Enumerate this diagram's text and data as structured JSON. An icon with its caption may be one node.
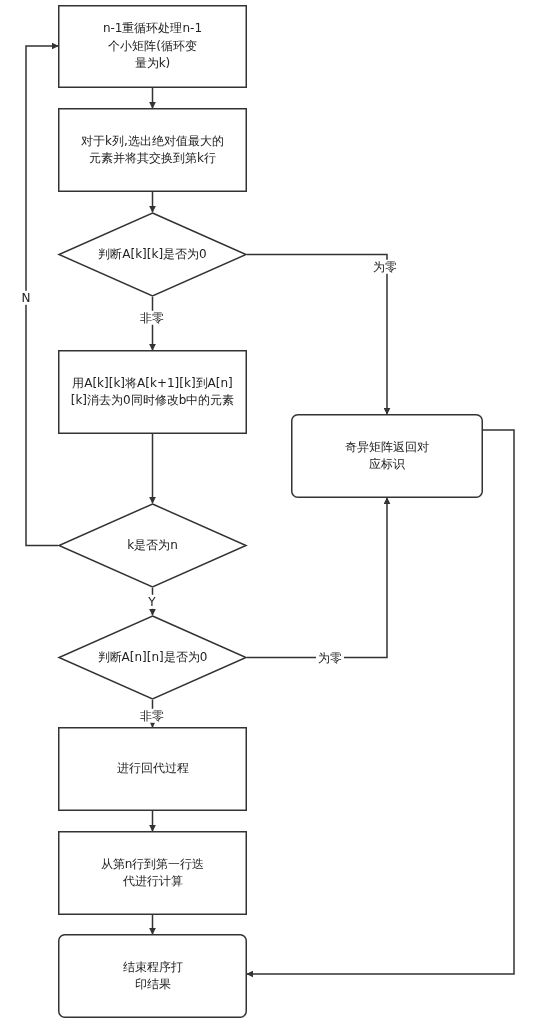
{
  "diagram": {
    "nodes": [
      {
        "text": [
          "n-1重循环处理n-1个小矩阵(循环变量为k)"
        ]
      },
      {
        "text": [
          "对于k列,选出绝对值最大的元素并将其交换到第k行"
        ]
      },
      {
        "text": [
          "判断A[k][k]是否为0"
        ]
      },
      {
        "text": [
          "用A[k][k]将A[k+1][k]到A[n][k]消去为0同时修改b中的元素"
        ]
      },
      {
        "text": [
          "k是否为n"
        ]
      },
      {
        "text": [
          "判断A[n][n]是否为0"
        ]
      },
      {
        "text": [
          "进行回代过程"
        ]
      },
      {
        "text": [
          "从第n行到第一行迭代进行计算"
        ]
      },
      {
        "text": [
          "结束程序打印结果"
        ]
      },
      {
        "text": [
          "奇异矩阵返回对应标识"
        ]
      }
    ],
    "edges": [
      {
        "from": 0,
        "to": 1,
        "arrow": "to"
      },
      {
        "from": 1,
        "to": 2,
        "arrow": "to"
      },
      {
        "from": 2,
        "to": 9,
        "arrow": "to",
        "label": "为零"
      },
      {
        "from": 2,
        "to": 3,
        "arrow": "to",
        "label": "非零"
      },
      {
        "from": 3,
        "to": 4,
        "arrow": "to"
      },
      {
        "from": 4,
        "to": 0,
        "arrow": "to",
        "label": "N"
      },
      {
        "from": 4,
        "to": 5,
        "arrow": "to",
        "label": "Y"
      },
      {
        "from": 5,
        "to": 9,
        "arrow": "to",
        "label": "为零"
      },
      {
        "from": 5,
        "to": 6,
        "arrow": "to",
        "label": "非零"
      },
      {
        "from": 6,
        "to": 7,
        "arrow": "to"
      },
      {
        "from": 7,
        "to": 8,
        "arrow": "to"
      },
      {
        "from": 9,
        "to": 8,
        "arrow": "to"
      }
    ]
  }
}
